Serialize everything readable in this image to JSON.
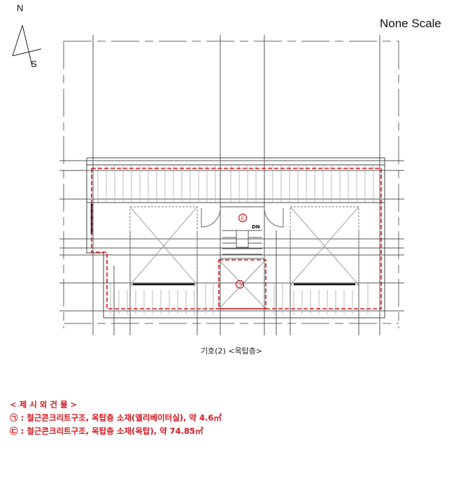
{
  "compass": {
    "north_label": "N",
    "south_label": "S"
  },
  "scale": {
    "label": "None Scale"
  },
  "plan": {
    "caption": "기호(2) <옥탑층>",
    "stair_label": "DN",
    "markers": [
      {
        "symbol": "ⓔ",
        "name": "marker-e",
        "note": "옥탑"
      },
      {
        "symbol": "ⓐ",
        "name": "marker-a",
        "note": "엘리베이터실"
      }
    ],
    "colors": {
      "line": "#555555",
      "boundary": "#d0161c",
      "dark": "#222222"
    }
  },
  "notes": {
    "title": "< 제 시 외 건 물 >",
    "items": [
      {
        "symbol": "㉠",
        "text": ": 철근콘크리트구조, 옥탑층 소재(엘리베이터실), 약 4.6㎡"
      },
      {
        "symbol": "㉢",
        "text": ": 철근콘크리트구조, 옥탑층 소재(옥탑), 약 74.85㎡"
      }
    ],
    "color": "#d0161c"
  }
}
